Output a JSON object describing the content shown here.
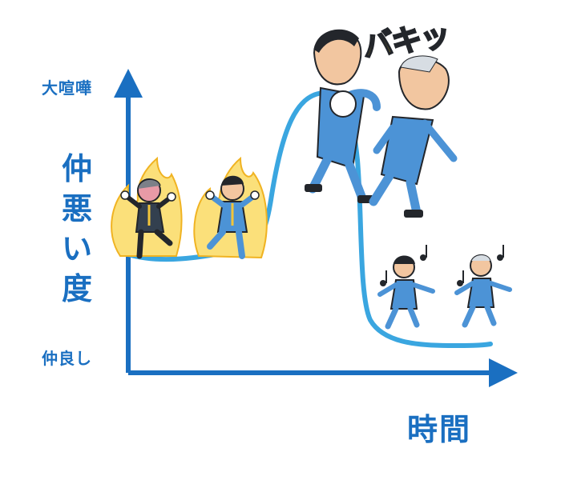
{
  "labels": {
    "top": "大喧嘩",
    "bottom": "仲良し",
    "y_axis": [
      "仲",
      "悪",
      "い",
      "度"
    ],
    "x_axis": "時間",
    "sound_effect": "バキッ"
  },
  "colors": {
    "axis": "#1a6fc1",
    "curve": "#3aa6e0",
    "suit": "#4c93d6",
    "suit_dark": "#2f6fae",
    "flame": "#f7c93a",
    "outline": "#23262b"
  },
  "icons": [
    "flame-icon",
    "music-note-icon",
    "fist-icon"
  ]
}
